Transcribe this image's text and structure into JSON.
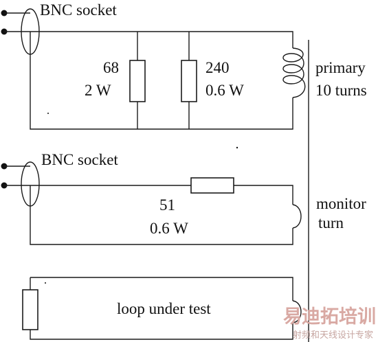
{
  "labels": {
    "bnc_top": "BNC socket",
    "r1_value": "68",
    "r1_power": "2 W",
    "r2_value": "240",
    "r2_power": "0.6 W",
    "primary": "primary",
    "primary_turns": "10 turns",
    "bnc_mid": "BNC socket",
    "r3_value": "51",
    "r3_power": "0.6 W",
    "monitor": "monitor",
    "monitor_turn": "turn",
    "loop": "loop under test"
  },
  "watermark": {
    "main": "易迪拓培训",
    "sub": "射频和天线设计专家"
  },
  "colors": {
    "line": "#1a1a1a",
    "watermark": "#d9a9a3"
  }
}
